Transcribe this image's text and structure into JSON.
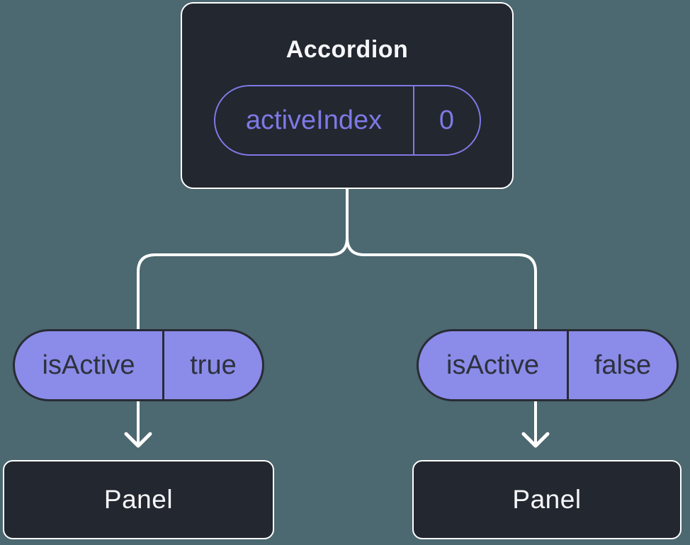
{
  "diagram": {
    "root": {
      "title": "Accordion",
      "state": {
        "name": "activeIndex",
        "value": "0"
      }
    },
    "children": [
      {
        "prop": {
          "name": "isActive",
          "value": "true"
        },
        "label": "Panel"
      },
      {
        "prop": {
          "name": "isActive",
          "value": "false"
        },
        "label": "Panel"
      }
    ]
  },
  "colors": {
    "background": "#4c6870",
    "node_fill": "#23272f",
    "node_border": "#ffffff",
    "node_text": "#f6f7f9",
    "state_pill_stroke": "#7e79e5",
    "prop_pill_fill": "#8b8be9",
    "prop_pill_border": "#282c35",
    "prop_pill_text": "#2d323d",
    "connector": "#ffffff"
  }
}
